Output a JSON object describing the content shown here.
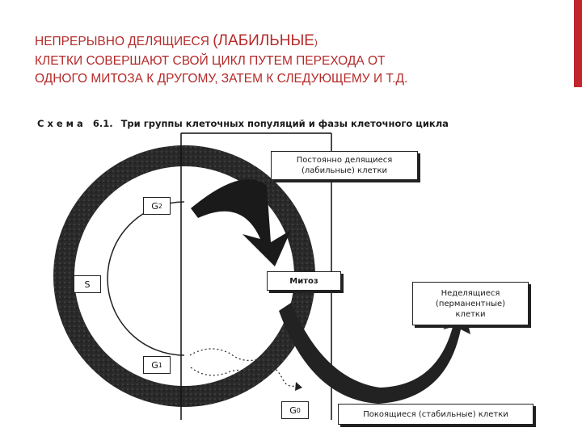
{
  "slide": {
    "title_part1": "Непрерывно делящиеся",
    "title_part2": "(лабильные",
    "title_part3": ")",
    "title_part4": "клетки совершают свой цикл путем перехода от одного митоза к другому, затем к следующему и т.д."
  },
  "figure": {
    "caption_lead": "Схема",
    "caption_number": "6.1.",
    "caption_text": "Три группы клеточных популяций и фазы клеточного цикла",
    "phases": {
      "g2_letter": "G",
      "g2_sub": "2",
      "s": "S",
      "g1_letter": "G",
      "g1_sub": "1",
      "g0_letter": "G",
      "g0_sub": "0"
    },
    "boxes": {
      "labile_line1": "Постоянно делящиеся",
      "labile_line2": "(лабильные) клетки",
      "mitosis": "Митоз",
      "permanent_line1": "Неделящиеся",
      "permanent_line2": "(перманентные)",
      "permanent_line3": "клетки",
      "stable": "Покоящиеся (стабильные) клетки"
    }
  },
  "colors": {
    "title": "#b52a2a",
    "accent_bar": "#c0262c",
    "ring": "#1c1c1c"
  }
}
